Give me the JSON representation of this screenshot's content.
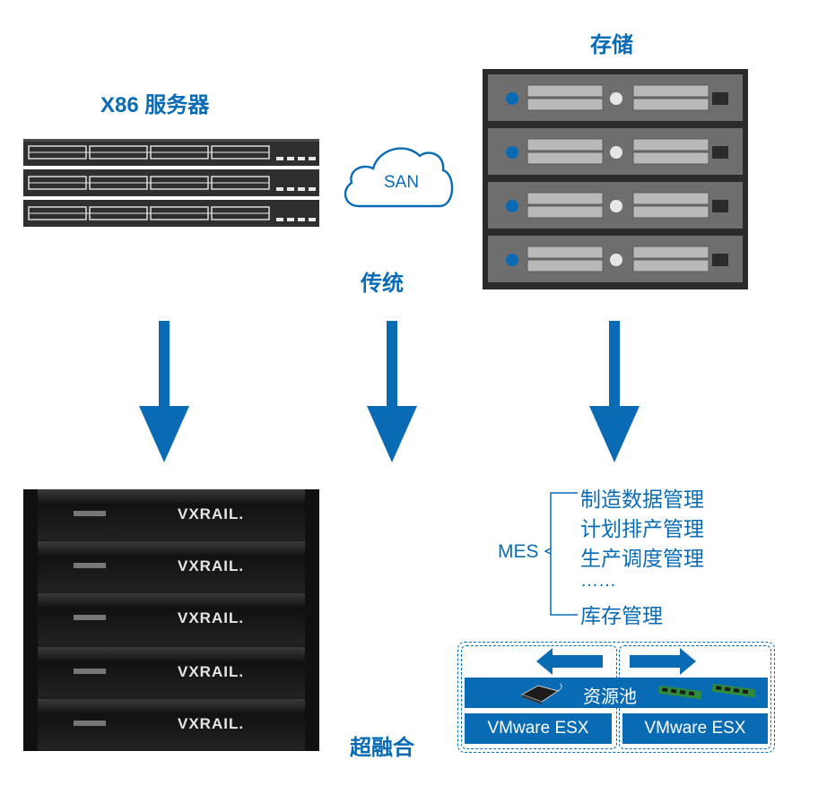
{
  "traditional": {
    "server_title": "X86 服务器",
    "storage_title": "存储",
    "san_label": "SAN",
    "label": "传统"
  },
  "hci": {
    "label": "超融合",
    "vxrail_units": [
      "VXRAIL.",
      "VXRAIL.",
      "VXRAIL.",
      "VXRAIL.",
      "VXRAIL."
    ]
  },
  "mes": {
    "root": "MES",
    "items": [
      "制造数据管理",
      "计划排产管理",
      "生产调度管理",
      "……",
      "库存管理"
    ]
  },
  "resource": {
    "pool_label": "资源池",
    "hosts": [
      "VMware ESX",
      "VMware ESX"
    ]
  },
  "colors": {
    "accent": "#0a6bb5",
    "dark": "#2b2b2b"
  }
}
